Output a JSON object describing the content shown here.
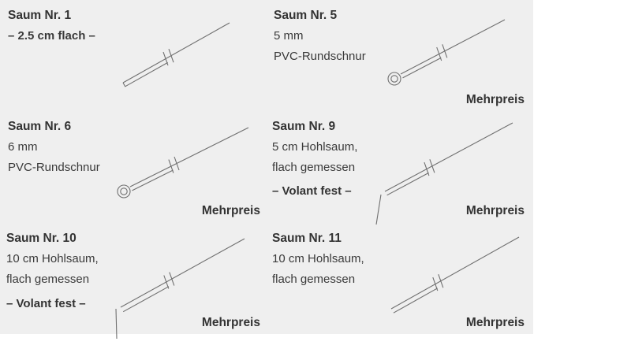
{
  "canvas": {
    "panel_bg": "#efefef",
    "line_color": "#6f6f6f",
    "text_color": "#3a3a3a"
  },
  "cells": [
    {
      "id": "saum-1",
      "title": "Saum Nr. 1",
      "desc": [
        "– 2.5 cm flach –"
      ],
      "mehrpreis": ""
    },
    {
      "id": "saum-5",
      "title": "Saum Nr. 5",
      "desc": [
        "5 mm",
        "PVC-Rundschnur"
      ],
      "mehrpreis": "Mehrpreis"
    },
    {
      "id": "saum-6",
      "title": "Saum Nr. 6",
      "desc": [
        "6 mm",
        "PVC-Rundschnur"
      ],
      "mehrpreis": "Mehrpreis"
    },
    {
      "id": "saum-9",
      "title": "Saum Nr. 9",
      "desc": [
        "5 cm Hohlsaum,",
        "flach gemessen"
      ],
      "volant": "– Volant fest –",
      "mehrpreis": "Mehrpreis"
    },
    {
      "id": "saum-10",
      "title": "Saum Nr. 10",
      "desc": [
        "10 cm Hohlsaum,",
        "flach gemessen"
      ],
      "volant": "– Volant fest –",
      "mehrpreis": "Mehrpreis"
    },
    {
      "id": "saum-11",
      "title": "Saum Nr. 11",
      "desc": [
        "10 cm Hohlsaum,",
        "flach gemessen"
      ],
      "mehrpreis": "Mehrpreis"
    }
  ]
}
